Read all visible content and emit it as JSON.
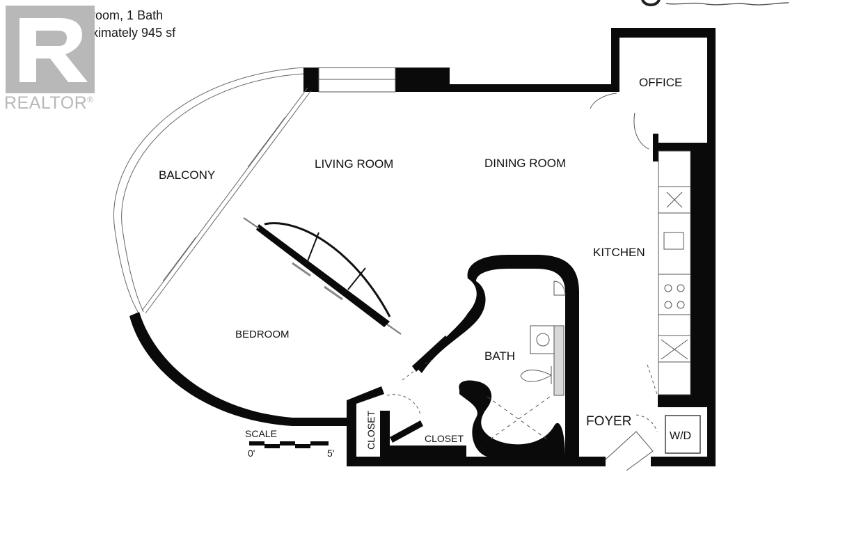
{
  "header": {
    "line1": "1 Bedroom, 1 Bath",
    "line2": "Approximately 945 sf"
  },
  "logo": {
    "word": "REALTOR",
    "reg": "®",
    "color": "#b8b8b8"
  },
  "rooms": {
    "office": "OFFICE",
    "balcony": "BALCONY",
    "living_room": "LIVING ROOM",
    "dining_room": "DINING ROOM",
    "kitchen": "KITCHEN",
    "bedroom": "BEDROOM",
    "bath": "BATH",
    "foyer": "FOYER",
    "wd": "W/D",
    "closet_vertical": "CLOSET",
    "closet": "CLOSET"
  },
  "scale": {
    "label": "SCALE",
    "start": "0'",
    "end": "5'"
  },
  "colors": {
    "wall": "#0a0a0a",
    "line": "#555555"
  }
}
